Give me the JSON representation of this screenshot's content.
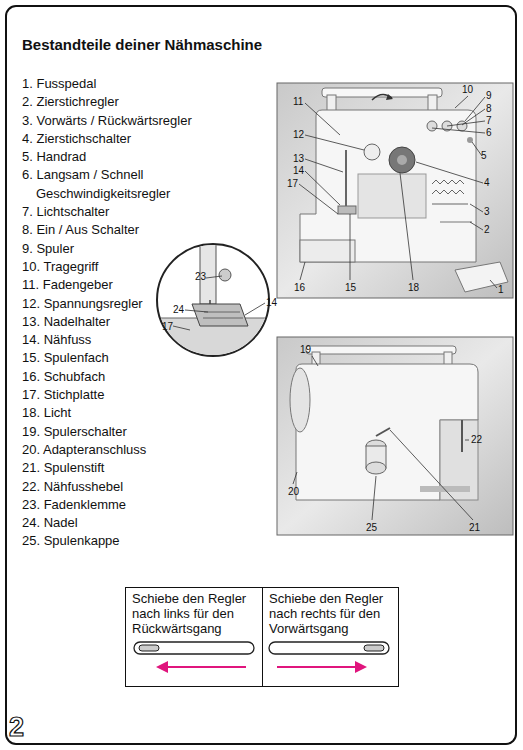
{
  "diagram": {
    "title": "Bestandteile deiner Nähmaschine",
    "nodes": [
      {
        "text": [
          "Schiebe den Regler nach links für den Rückwärtsgang"
        ]
      },
      {
        "text": [
          "Schiebe den Regler nach rechts für den Vorwärtsgang"
        ]
      }
    ],
    "labels": [
      "1. Fusspedal",
      "2. Zierstichregler",
      "3. Vorwärts / Rückwärtsregler",
      "4. Zierstichschalter",
      "5. Handrad",
      "6. Langsam / Schnell Geschwindigkeitsregler",
      "7. Lichtschalter",
      "8. Ein / Aus Schalter",
      "9. Spuler",
      "10. Tragegriff",
      "11. Fadengeber",
      "12. Spannungsregler",
      "13. Nadelhalter",
      "14. Nähfuss",
      "15. Spulenfach",
      "16. Schubfach",
      "17. Stichplatte",
      "18. Licht",
      "19. Spulerschalter",
      "20. Adapteranschluss",
      "21. Spulenstift",
      "22. Nähfusshebel",
      "23. Fadenklemme",
      "24. Nadel",
      "25. Spulenkappe",
      "11",
      "10",
      "9",
      "8",
      "7",
      "6",
      "5",
      "12",
      "13",
      "14",
      "17",
      "4",
      "3",
      "2",
      "16",
      "15",
      "18",
      "1",
      "23",
      "24",
      "14",
      "17",
      "19",
      "22",
      "20",
      "25",
      "21",
      "2"
    ]
  }
}
